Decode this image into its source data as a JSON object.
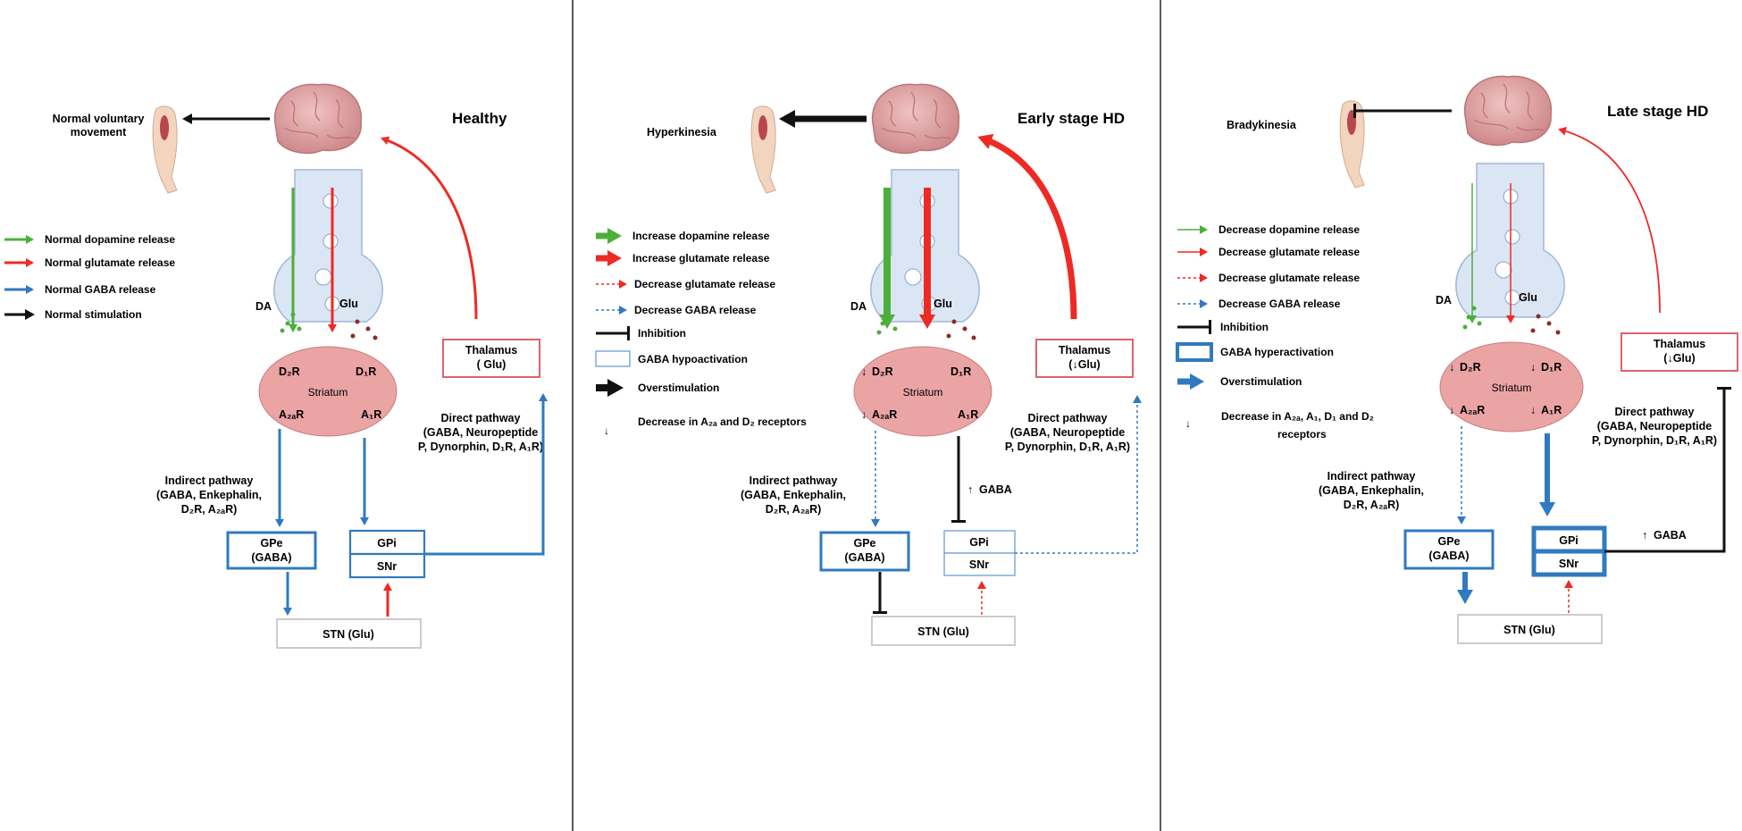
{
  "colors": {
    "dopamine": "#4caf3a",
    "glutamate": "#ee2a24",
    "gaba": "#2f7ac1",
    "stimulation": "#111111",
    "striatum": "#eba4a4",
    "thalamus_border": "#d9545a",
    "neuron": "#dbe6f5"
  },
  "icons": {
    "brain": "brain-icon",
    "arm": "arm-icon",
    "neuron": "neuron-terminal-icon"
  },
  "panels": [
    {
      "title": "Healthy",
      "outcome": "Normal voluntary movement",
      "legend": [
        {
          "kind": "dopamine",
          "label": "Normal  dopamine  release"
        },
        {
          "kind": "glutamate",
          "label": "Normal glutamate release"
        },
        {
          "kind": "gaba",
          "label": "Normal GABA release"
        },
        {
          "kind": "stimulation",
          "label": "Normal stimulation"
        }
      ],
      "da": "DA",
      "glu": "Glu",
      "thalamus": "Thalamus",
      "thalamus_sub": "( Glu)",
      "striatum": "Striatum",
      "receptors": {
        "d2": "D₂R",
        "d1": "D₁R",
        "a2a": "A₂ₐR",
        "a1": "A₁R"
      },
      "indirect": [
        "Indirect pathway",
        "(GABA, Enkephalin,",
        "D₂R, A₂ₐR)"
      ],
      "direct": [
        "Direct pathway",
        "(GABA, Neuropeptide",
        "P, Dynorphin, D₁R, A₁R)"
      ],
      "gpe": [
        "GPe",
        "(GABA)"
      ],
      "gpi": "GPi",
      "snr": "SNr",
      "stn": "STN (Glu)"
    },
    {
      "title": "Early stage HD",
      "outcome": "Hyperkinesia",
      "legend": [
        {
          "kind": "dopamine-thick",
          "label": "Increase  dopamine  release"
        },
        {
          "kind": "glutamate-thick",
          "label": "Increase glutamate release"
        },
        {
          "kind": "glutamate-dotted",
          "label": "Decrease  glutamate release"
        },
        {
          "kind": "gaba-dotted",
          "label": "Decrease GABA release"
        },
        {
          "kind": "inhibition",
          "label": "Inhibition"
        },
        {
          "kind": "box-thin",
          "label": "GABA hypoactivation"
        },
        {
          "kind": "stimulation-thick",
          "label": "Overstimulation"
        },
        {
          "kind": "down",
          "label": "Decrease in A₂ₐ and D₂ receptors"
        }
      ],
      "da": "DA",
      "glu": "Glu",
      "thalamus": "Thalamus",
      "thalamus_sub": "(↓Glu)",
      "striatum": "Striatum",
      "receptors": {
        "d2": "D₂R",
        "d1": "D₁R",
        "a2a": "A₂ₐR",
        "a1": "A₁R"
      },
      "indirect": [
        "Indirect pathway",
        "(GABA, Enkephalin,",
        "D₂R, A₂ₐR)"
      ],
      "direct": [
        "Direct pathway",
        "(GABA, Neuropeptide",
        "P, Dynorphin, D₁R, A₁R)"
      ],
      "gpe": [
        "GPe",
        "(GABA)"
      ],
      "gpi": "GPi",
      "snr": "SNr",
      "stn": "STN (Glu)",
      "gaba_note": "GABA"
    },
    {
      "title": "Late stage HD",
      "outcome": "Bradykinesia",
      "legend": [
        {
          "kind": "dopamine",
          "label": "Decrease  dopamine  release"
        },
        {
          "kind": "glutamate",
          "label": "Decrease glutamate release"
        },
        {
          "kind": "glutamate-dotted",
          "label": "Decrease  glutamate release"
        },
        {
          "kind": "gaba-dotted",
          "label": "Decrease GABA release"
        },
        {
          "kind": "inhibition",
          "label": "Inhibition"
        },
        {
          "kind": "box-thick",
          "label": "GABA hyperactivation"
        },
        {
          "kind": "gaba-thick",
          "label": "Overstimulation"
        },
        {
          "kind": "down",
          "label": "Decrease in A₂ₐ, A₁, D₁ and D₂"
        },
        {
          "kind": "none",
          "label": "receptors"
        }
      ],
      "da": "DA",
      "glu": "Glu",
      "thalamus": "Thalamus",
      "thalamus_sub": "(↓Glu)",
      "striatum": "Striatum",
      "receptors": {
        "d2": "D₂R",
        "d1": "D₁R",
        "a2a": "A₂ₐR",
        "a1": "A₁R"
      },
      "indirect": [
        "Indirect pathway",
        "(GABA, Enkephalin,",
        "D₂R, A₂ₐR)"
      ],
      "direct": [
        "Direct pathway",
        "(GABA, Neuropeptide",
        "P, Dynorphin, D₁R, A₁R)"
      ],
      "gpe": [
        "GPe",
        "(GABA)"
      ],
      "gpi": "GPi",
      "snr": "SNr",
      "stn": "STN (Glu)",
      "gaba_note": "GABA"
    }
  ]
}
